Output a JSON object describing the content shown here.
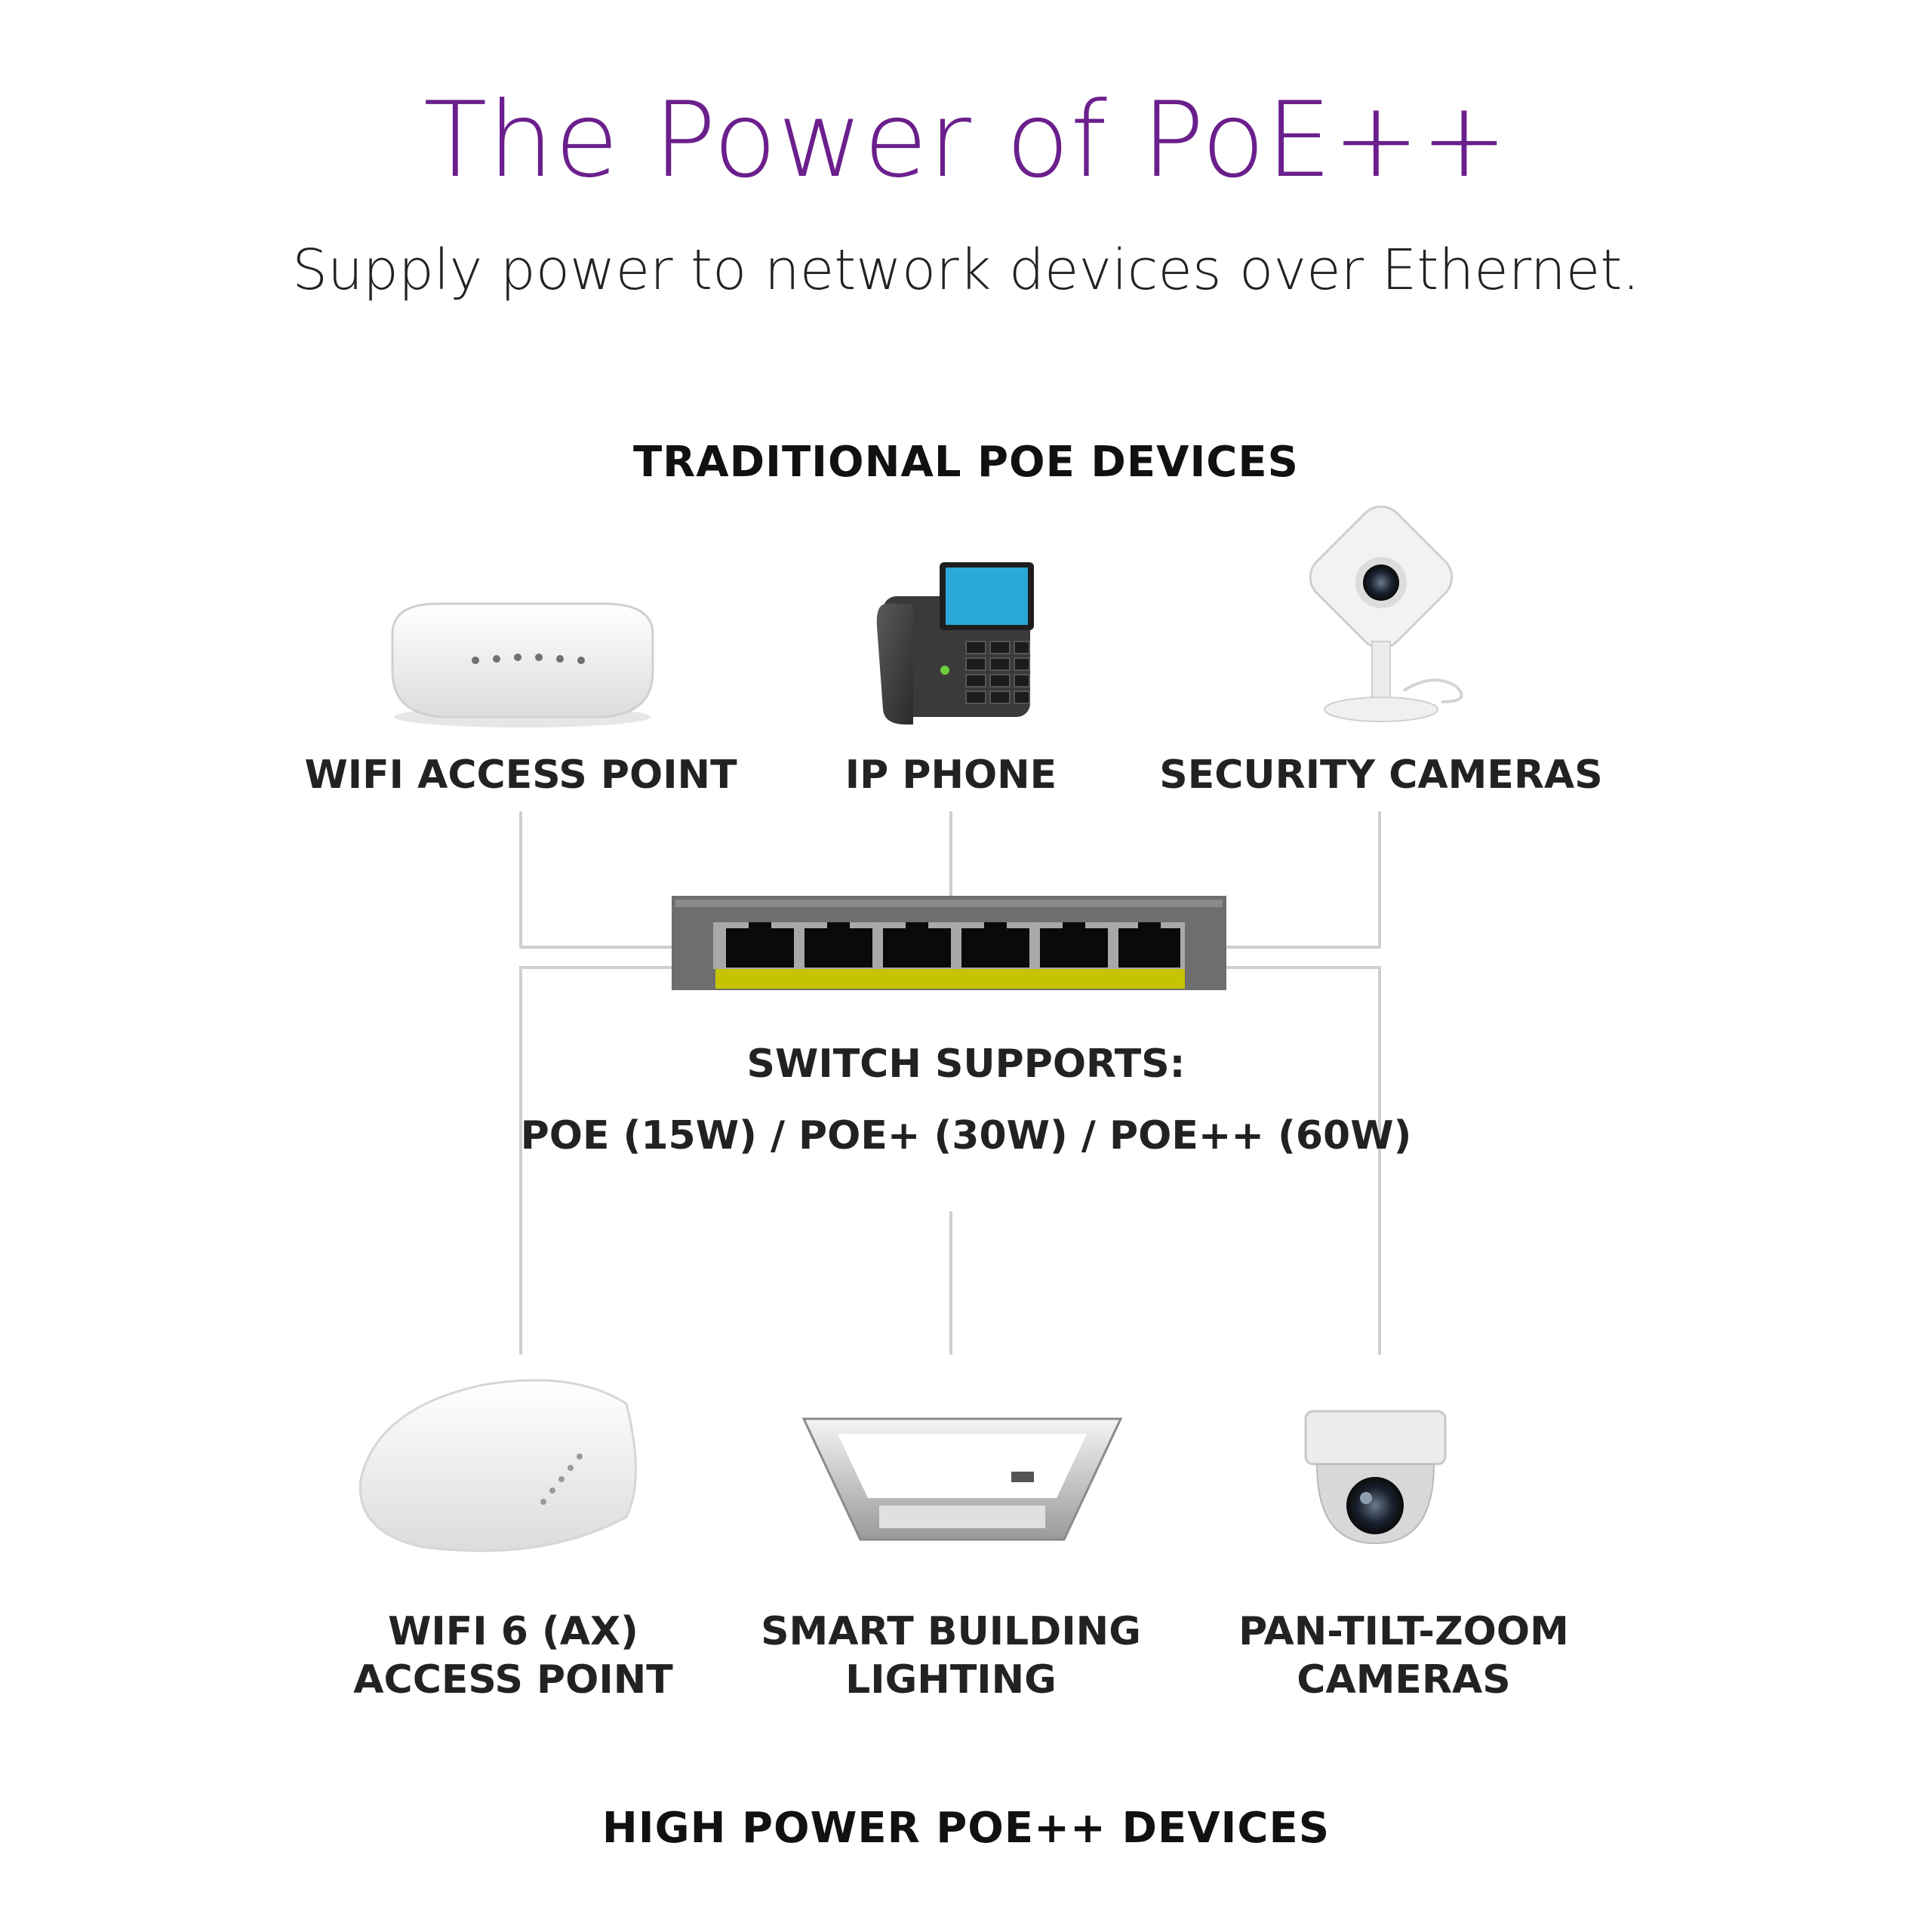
{
  "title": "The Power of PoE++",
  "subtitle": "Supply power to network devices over Ethernet.",
  "colors": {
    "title": "#6b1f8c",
    "text": "#1a1a1a",
    "connector": "#cfcfcf",
    "switch_body": "#6e6e6e",
    "switch_port": "#0a0a0a",
    "switch_stripe": "#c6c400",
    "phone_screen": "#2aa8d8"
  },
  "traditional": {
    "heading": "TRADITIONAL POE DEVICES",
    "devices": [
      {
        "label": "WIFI ACCESS POINT",
        "icon": "wifi-access-point-icon"
      },
      {
        "label": "IP PHONE",
        "icon": "ip-phone-icon"
      },
      {
        "label": "SECURITY CAMERAS",
        "icon": "security-camera-icon"
      }
    ]
  },
  "switch": {
    "icon": "poe-switch-icon",
    "supports_line1": "SWITCH SUPPORTS:",
    "supports_line2": "POE (15W) / POE+ (30W) / POE++ (60W)"
  },
  "high_power": {
    "heading": "HIGH POWER POE++ DEVICES",
    "devices": [
      {
        "label_line1": "WIFI 6 (AX)",
        "label_line2": "ACCESS POINT",
        "icon": "wifi6-access-point-icon"
      },
      {
        "label_line1": "SMART BUILDING",
        "label_line2": "LIGHTING",
        "icon": "smart-lighting-icon"
      },
      {
        "label_line1": "PAN-TILT-ZOOM",
        "label_line2": "CAMERAS",
        "icon": "ptz-camera-icon"
      }
    ]
  }
}
